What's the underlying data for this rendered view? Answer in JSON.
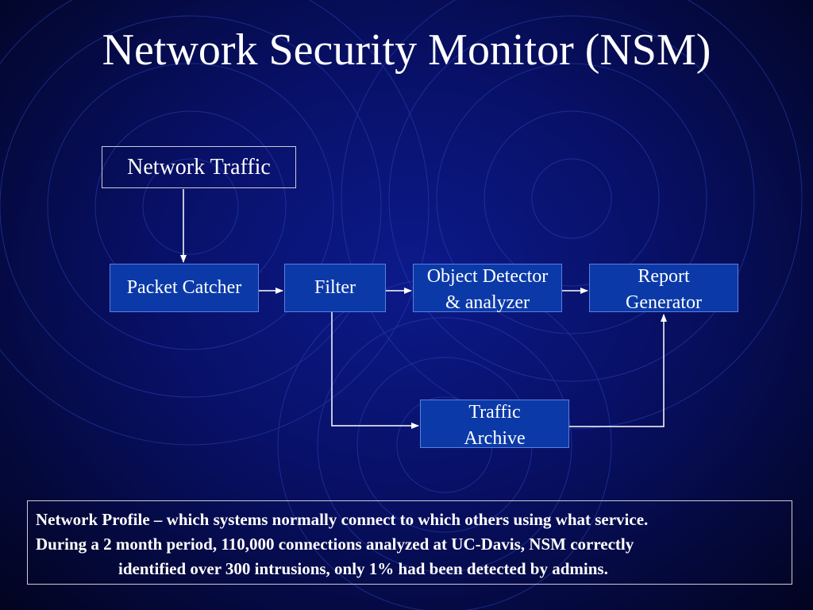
{
  "slide": {
    "title": "Network Security Monitor (NSM)"
  },
  "diagram": {
    "nodes": {
      "network_traffic": "Network Traffic",
      "packet_catcher": "Packet Catcher",
      "filter": "Filter",
      "object_detector": "Object Detector\n& analyzer",
      "report_generator": "Report\nGenerator",
      "traffic_archive": "Traffic\nArchive"
    },
    "edges": [
      {
        "from": "network_traffic",
        "to": "packet_catcher"
      },
      {
        "from": "packet_catcher",
        "to": "filter"
      },
      {
        "from": "filter",
        "to": "object_detector"
      },
      {
        "from": "object_detector",
        "to": "report_generator"
      },
      {
        "from": "filter",
        "to": "traffic_archive"
      },
      {
        "from": "traffic_archive",
        "to": "report_generator"
      }
    ]
  },
  "note": {
    "line1": "Network Profile – which systems normally connect to which others using what service.",
    "line2": "During a 2 month period, 110,000 connections analyzed at UC-Davis, NSM correctly",
    "line3": "identified over 300 intrusions, only 1% had been detected by admins."
  },
  "colors": {
    "background": "#081066",
    "box_fill": "#0b3aa8",
    "text": "#ffffff",
    "circle_lines": "#2a45b8"
  }
}
